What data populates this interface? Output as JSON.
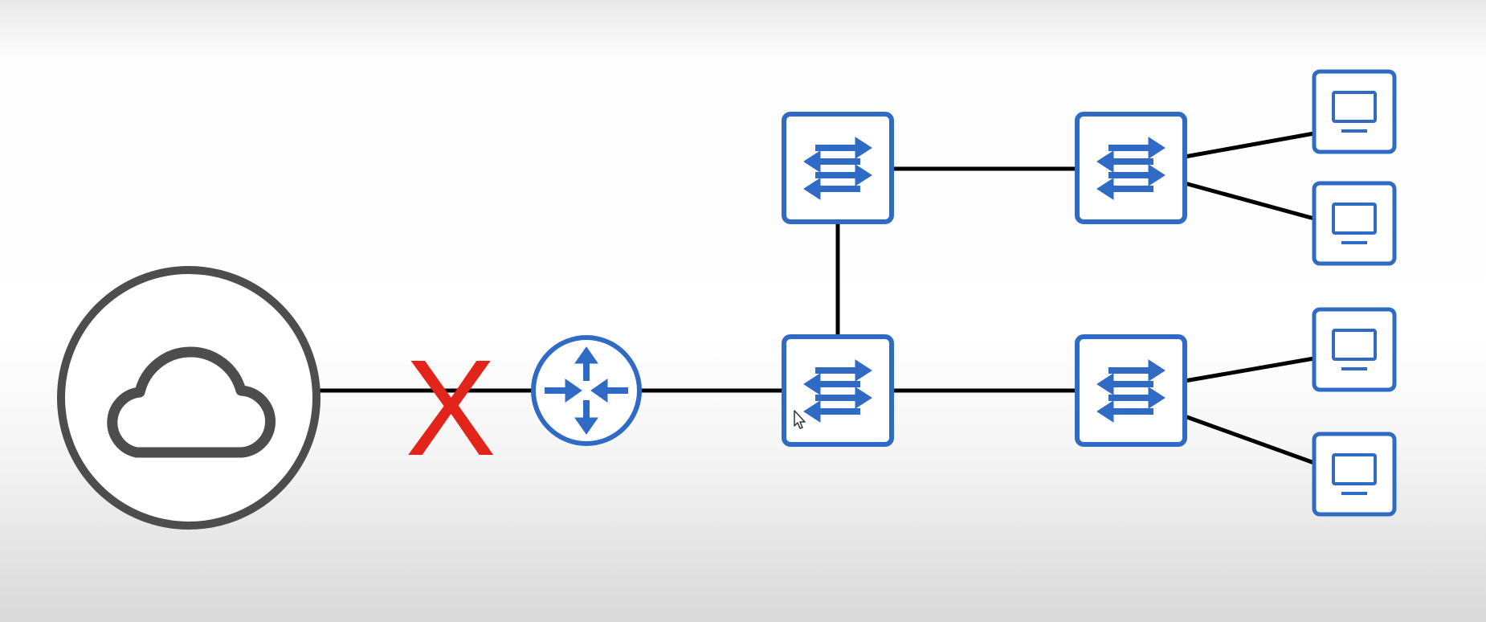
{
  "diagram": {
    "theme": {
      "line_color": "#000000",
      "device_color": "#2f6bc4",
      "cloud_color": "#4d4d4d",
      "fail_color": "#e3241b",
      "background": "#ffffff"
    },
    "nodes": [
      {
        "id": "cloud",
        "kind": "internet-cloud"
      },
      {
        "id": "router",
        "kind": "router"
      },
      {
        "id": "switch-a",
        "kind": "switch"
      },
      {
        "id": "switch-b",
        "kind": "switch"
      },
      {
        "id": "switch-c",
        "kind": "switch"
      },
      {
        "id": "switch-d",
        "kind": "switch"
      },
      {
        "id": "pc-1",
        "kind": "computer"
      },
      {
        "id": "pc-2",
        "kind": "computer"
      },
      {
        "id": "pc-3",
        "kind": "computer"
      },
      {
        "id": "pc-4",
        "kind": "computer"
      }
    ],
    "links": [
      {
        "from": "cloud",
        "to": "router",
        "status": "down"
      },
      {
        "from": "router",
        "to": "switch-b",
        "status": "up"
      },
      {
        "from": "switch-a",
        "to": "switch-b",
        "status": "up"
      },
      {
        "from": "switch-a",
        "to": "switch-c",
        "status": "up"
      },
      {
        "from": "switch-b",
        "to": "switch-d",
        "status": "up"
      },
      {
        "from": "switch-c",
        "to": "pc-1",
        "status": "up"
      },
      {
        "from": "switch-c",
        "to": "pc-2",
        "status": "up"
      },
      {
        "from": "switch-d",
        "to": "pc-3",
        "status": "up"
      },
      {
        "from": "switch-d",
        "to": "pc-4",
        "status": "up"
      }
    ],
    "failure_marker": {
      "text": "X",
      "on_link": "cloud-router"
    },
    "pointer_icon": "arrow-cursor-icon"
  }
}
